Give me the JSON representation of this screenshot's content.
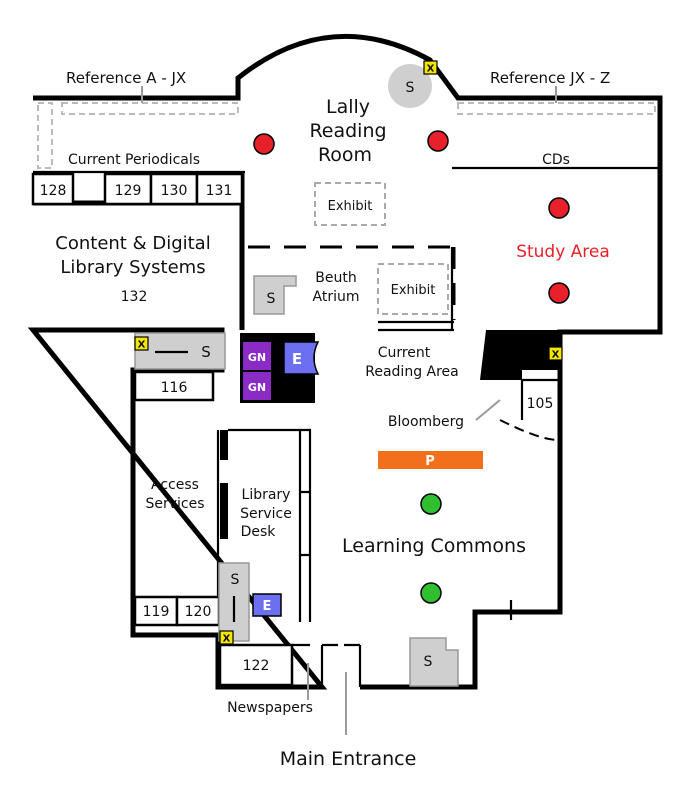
{
  "areas": {
    "reference_a_jx": "Reference  A - JX",
    "reference_jx_z": "Reference  JX - Z",
    "lally_1": "Lally",
    "lally_2": "Reading",
    "lally_3": "Room",
    "current_periodicals": "Current Periodicals",
    "cds": "CDs",
    "exhibit_1": "Exhibit",
    "exhibit_2": "Exhibit",
    "study_area": "Study Area",
    "content_digital_1": "Content & Digital",
    "content_digital_2": "Library Systems",
    "beuth_1": "Beuth",
    "beuth_2": "Atrium",
    "current_reading_1": "Current",
    "current_reading_2": "Reading Area",
    "bloomberg": "Bloomberg",
    "access_1": "Access",
    "access_2": "Services",
    "service_desk_1": "Library",
    "service_desk_2": "Service",
    "service_desk_3": "Desk",
    "learning_commons": "Learning Commons",
    "newspapers": "Newspapers",
    "main_entrance": "Main Entrance"
  },
  "rooms": {
    "r128": "128",
    "r129": "129",
    "r130": "130",
    "r131": "131",
    "r132": "132",
    "r116": "116",
    "r105": "105",
    "r119": "119",
    "r120": "120",
    "r122": "122"
  },
  "markers": {
    "stairs": "S",
    "elevator": "E",
    "gn": "GN",
    "printer": "P",
    "exit": "X"
  },
  "colors": {
    "red_dot": "#e8202a",
    "green_dot": "#2fbf2f",
    "study_area_text": "#e8202a",
    "gn_purple": "#8a2bc6",
    "elevator_blue": "#6b6ff0",
    "printer_orange": "#f26f1b",
    "exit_yellow": "#f5e600"
  }
}
